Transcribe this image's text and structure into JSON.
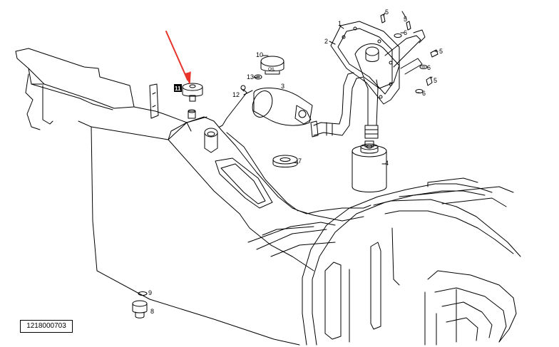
{
  "drawing": {
    "reference_number": "1218000703",
    "highlight_color": "#e8342a",
    "callouts": {
      "c1": "1",
      "c2": "2",
      "c3": "3",
      "c4": "4",
      "c5a": "5",
      "c5b": "5",
      "c5c": "5",
      "c5d": "5",
      "c6a": "6",
      "c6b": "6",
      "c6c": "6",
      "c7": "7",
      "c8": "8",
      "c9": "9",
      "c10": "10",
      "c11": "11",
      "c12": "12",
      "c13": "13"
    },
    "cap_marking": "OIL"
  }
}
